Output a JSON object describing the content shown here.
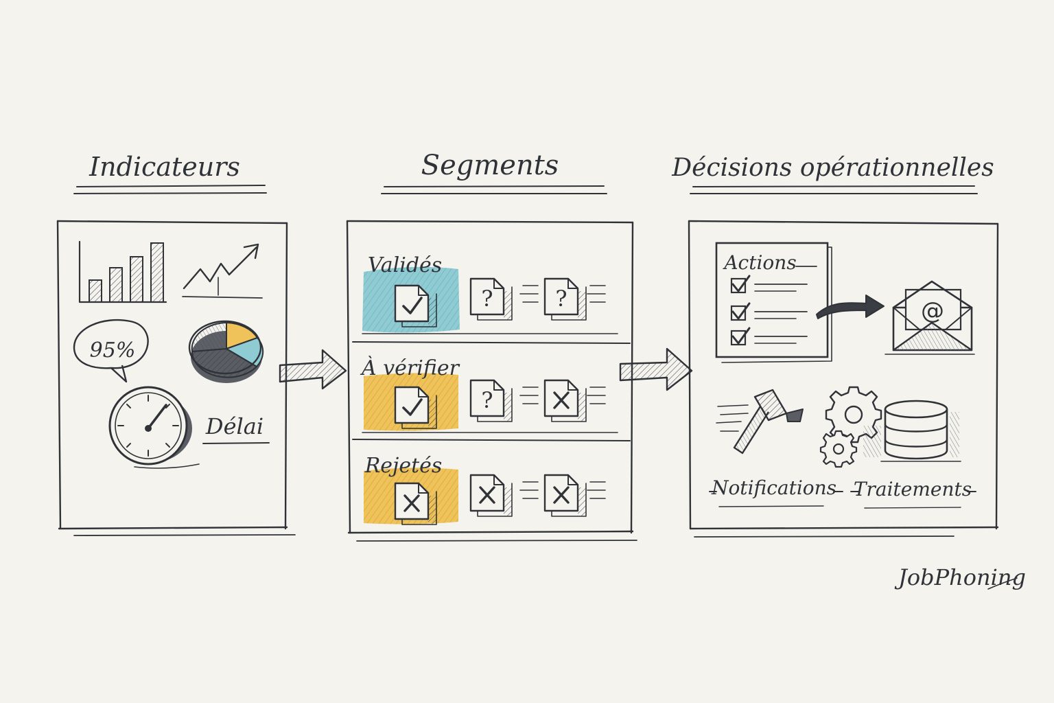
{
  "columns": {
    "indicators": {
      "title": "Indicateurs",
      "percent_label": "95%",
      "delay_label": "Délai"
    },
    "segments": {
      "title": "Segments",
      "rows": [
        {
          "label": "Validés",
          "highlight": "#8fcbd3"
        },
        {
          "label": "À vérifier",
          "highlight": "#efc35a"
        },
        {
          "label": "Rejetés",
          "highlight": "#efc35a"
        }
      ]
    },
    "decisions": {
      "title": "Décisions opérationnelles",
      "actions_label": "Actions",
      "notifications_label": "Notifications",
      "processing_label": "Traitements"
    }
  },
  "signature": "JobPhoning",
  "colors": {
    "ink": "#2f3338",
    "teal": "#8fcbd3",
    "yellow": "#efc35a",
    "paper": "#f5f3ee"
  },
  "icons": [
    "bar-chart-icon",
    "trend-arrow-icon",
    "pie-chart-icon",
    "speech-bubble-icon",
    "clock-icon",
    "document-check-icon",
    "document-question-icon",
    "document-cross-icon",
    "checklist-icon",
    "envelope-at-icon",
    "hammer-icon",
    "gears-icon",
    "database-icon",
    "flow-arrow-icon"
  ]
}
